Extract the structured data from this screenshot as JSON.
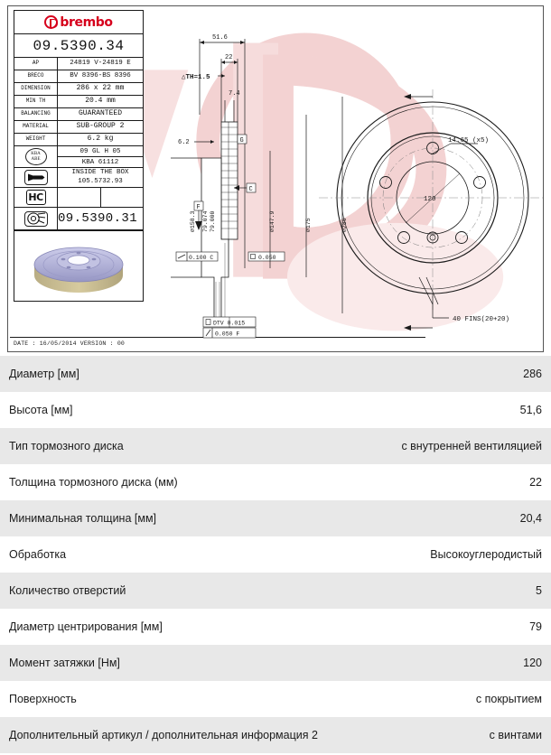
{
  "titleblock": {
    "brand": "brembo",
    "part_number": "09.5390.34",
    "rows": [
      {
        "key": "AP",
        "value": "24819 V-24819 E"
      },
      {
        "key": "BRECO",
        "value": "BV 8396-BS 8396"
      },
      {
        "key": "DIMENSION",
        "value": "286 x 22 mm"
      },
      {
        "key": "MIN TH",
        "value": "20.4 mm"
      },
      {
        "key": "BALANCING",
        "value": "GUARANTEED"
      },
      {
        "key": "MATERIAL",
        "value": "SUB-GROUP 2"
      },
      {
        "key": "WEIGHT",
        "value": "6.2 kg"
      }
    ],
    "kba_seal_line1": "KBA",
    "kba_seal_line2": "ABE",
    "kba_value_1": "09 GL H 05",
    "kba_value_2": "KBA 61112",
    "screw_value_line1": "INSIDE THE BOX",
    "screw_value_line2": "105.5732.93",
    "hc_badge": "HC",
    "related_part_number": "09.5390.31",
    "date_line": "DATE : 16/05/2014 VERSION : 00"
  },
  "drawing": {
    "dimensions": {
      "overall_height": "51.6",
      "disc_thickness": "22",
      "thickness_tolerance": "TH=1.5",
      "friction_ring_offset": "7.4",
      "hat_thickness": "6.2",
      "bore_outer": "158.3",
      "center_bore_max": "79.074",
      "center_bore_min": "79.000",
      "inner_diameter": "147.9",
      "mid_diameter": "175",
      "outer_diameter": "286",
      "bolt_hole": "14.65 (x5)",
      "bolt_circle": "120",
      "fins": "40 FINS(20+20)"
    },
    "gdt": {
      "flatness_c": "0.100 C",
      "runout": "0.050",
      "dtv": "DTV 0.015",
      "parallel_f": "0.050 F",
      "datum_c": "C",
      "datum_f": "F",
      "datum_g": "G"
    },
    "diameter_symbol": "⌀"
  },
  "spec_table": {
    "rows": [
      {
        "label": "Диаметр [мм]",
        "value": "286"
      },
      {
        "label": "Высота [мм]",
        "value": "51,6"
      },
      {
        "label": "Тип тормозного диска",
        "value": "с внутренней вентиляцией"
      },
      {
        "label": "Толщина тормозного диска (мм)",
        "value": "22"
      },
      {
        "label": "Минимальная толщина [мм]",
        "value": "20,4"
      },
      {
        "label": "Обработка",
        "value": "Высокоуглеродистый"
      },
      {
        "label": "Количество отверстий",
        "value": "5"
      },
      {
        "label": "Диаметр центрирования [мм]",
        "value": "79"
      },
      {
        "label": "Момент затяжки [Нм]",
        "value": "120"
      },
      {
        "label": "Поверхность",
        "value": "с покрытием"
      },
      {
        "label": "Дополнительный артикул / дополнительная информация 2",
        "value": "с винтами"
      }
    ]
  },
  "colors": {
    "brand_red": "#d6001c",
    "watermark_pink": "#f4d5d5",
    "row_alt": "#e8e8e8",
    "disc_body": "#b9b9dc",
    "disc_fin": "#c9bd92"
  }
}
